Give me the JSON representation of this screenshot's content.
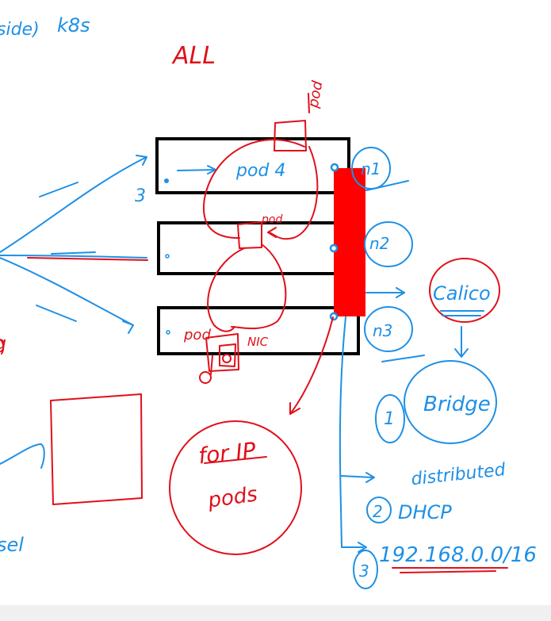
{
  "colors": {
    "blue_ink": "#1e90e6",
    "red_ink": "#e0101a",
    "black_ink": "#000000",
    "red_fill": "#ff0000",
    "background": "#ffffff"
  },
  "labels": {
    "corner_top_left": "side)",
    "corner_k8s": "k8s",
    "all": "ALL",
    "pod_top": "pod",
    "pod4": "pod 4",
    "pod_mid": "pod",
    "pod_bottom": "pod",
    "nic": "NIC",
    "node_num": "3",
    "n1": "n1",
    "n2": "n2",
    "n3": "n3",
    "calico": "Calico",
    "bridge": "Bridge",
    "circled_1": "1",
    "distributed": "distributed",
    "circled_2": "2",
    "dhcp": "DHCP",
    "circled_3": "3",
    "ip_range": "192.168.0.0/16",
    "for_ip": "for IP",
    "pods": "pods",
    "left_fragment_1": "g",
    "left_fragment_2": "sel"
  }
}
